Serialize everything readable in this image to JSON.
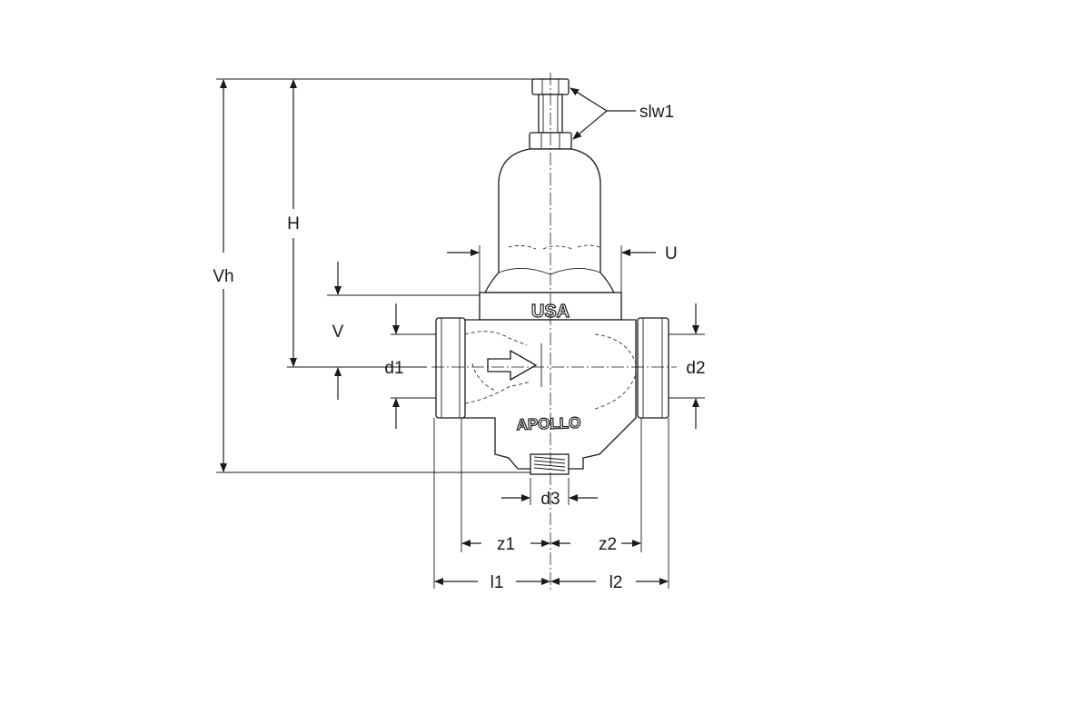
{
  "dimensions": {
    "vh": "Vh",
    "h": "H",
    "v": "V",
    "slw1": "slw1",
    "u": "U",
    "d1": "d1",
    "d2": "d2",
    "d3": "d3",
    "z1": "z1",
    "z2": "z2",
    "l1": "l1",
    "l2": "l2"
  },
  "castings": {
    "top": "USA",
    "brand": "APOLLO"
  }
}
